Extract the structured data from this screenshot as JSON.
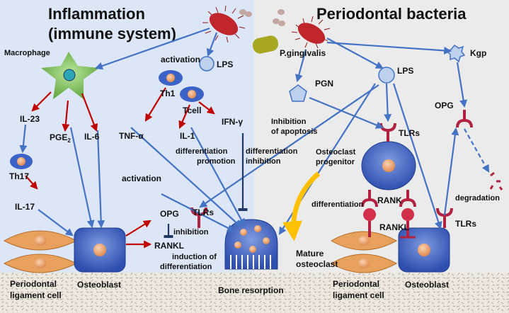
{
  "panels": {
    "left_title_line1": "Inflammation",
    "left_title_line2": "(immune system)",
    "right_title": "Periodontal bacteria"
  },
  "labels": {
    "macrophage": "Macrophage",
    "activation_top": "activation",
    "lps_left": "LPS",
    "th1": "Th1",
    "tcell": "Tcell",
    "il23": "IL-23",
    "pge2_base": "PGE",
    "pge2_sub": "2",
    "il6": "IL-6",
    "tnf": "TNF-α",
    "il1": "IL-1",
    "ifn": "IFN-γ",
    "th17": "Th17",
    "il17": "IL-17",
    "diff_promotion_1": "differentiation",
    "diff_promotion_2": "promotion",
    "diff_inhibition_1": "differentiation",
    "diff_inhibition_2": "inhibition",
    "activation_mid": "activation",
    "opg_left": "OPG",
    "inhibition": "inhibition",
    "rankl_left": "RANKL",
    "induction_1": "induction of",
    "induction_2": "differentiation",
    "pdl_left_1": "Periodontal",
    "pdl_left_2": "ligament cell",
    "osteoblast_left": "Osteoblast",
    "bone_resorption": "Bone resorption",
    "pgingivalis": "P.gingivalis",
    "kgp": "Kgp",
    "pgn": "PGN",
    "lps_right": "LPS",
    "inhib_apoptosis_1": "Inhibition",
    "inhib_apoptosis_2": "of apoptosis",
    "tlrs_top": "TLRs",
    "opg_right": "OPG",
    "osteoclast_prog_1": "Osteoclast",
    "osteoclast_prog_2": "progenitor",
    "rank": "RANK",
    "differentiation": "differentiation",
    "degradation": "degradation",
    "rankl_right": "RANKL",
    "tlrs_mid": "TLRs",
    "tlrs_right": "TLRs",
    "mature_1": "Mature",
    "mature_2": "osteoclast",
    "pdl_right_1": "Periodontal",
    "pdl_right_2": "ligament cell",
    "osteoblast_right": "Osteoblast"
  },
  "colors": {
    "left_bg": "#dce6f7",
    "right_bg": "#ebebeb",
    "blue_arrow": "#4472c4",
    "red_arrow": "#c00000",
    "dark_arrow": "#1f3864",
    "osteoblast": "#3a62c7",
    "receptor": "#b22240",
    "yellow": "#ffc000",
    "spindle": "#e7a15c"
  }
}
